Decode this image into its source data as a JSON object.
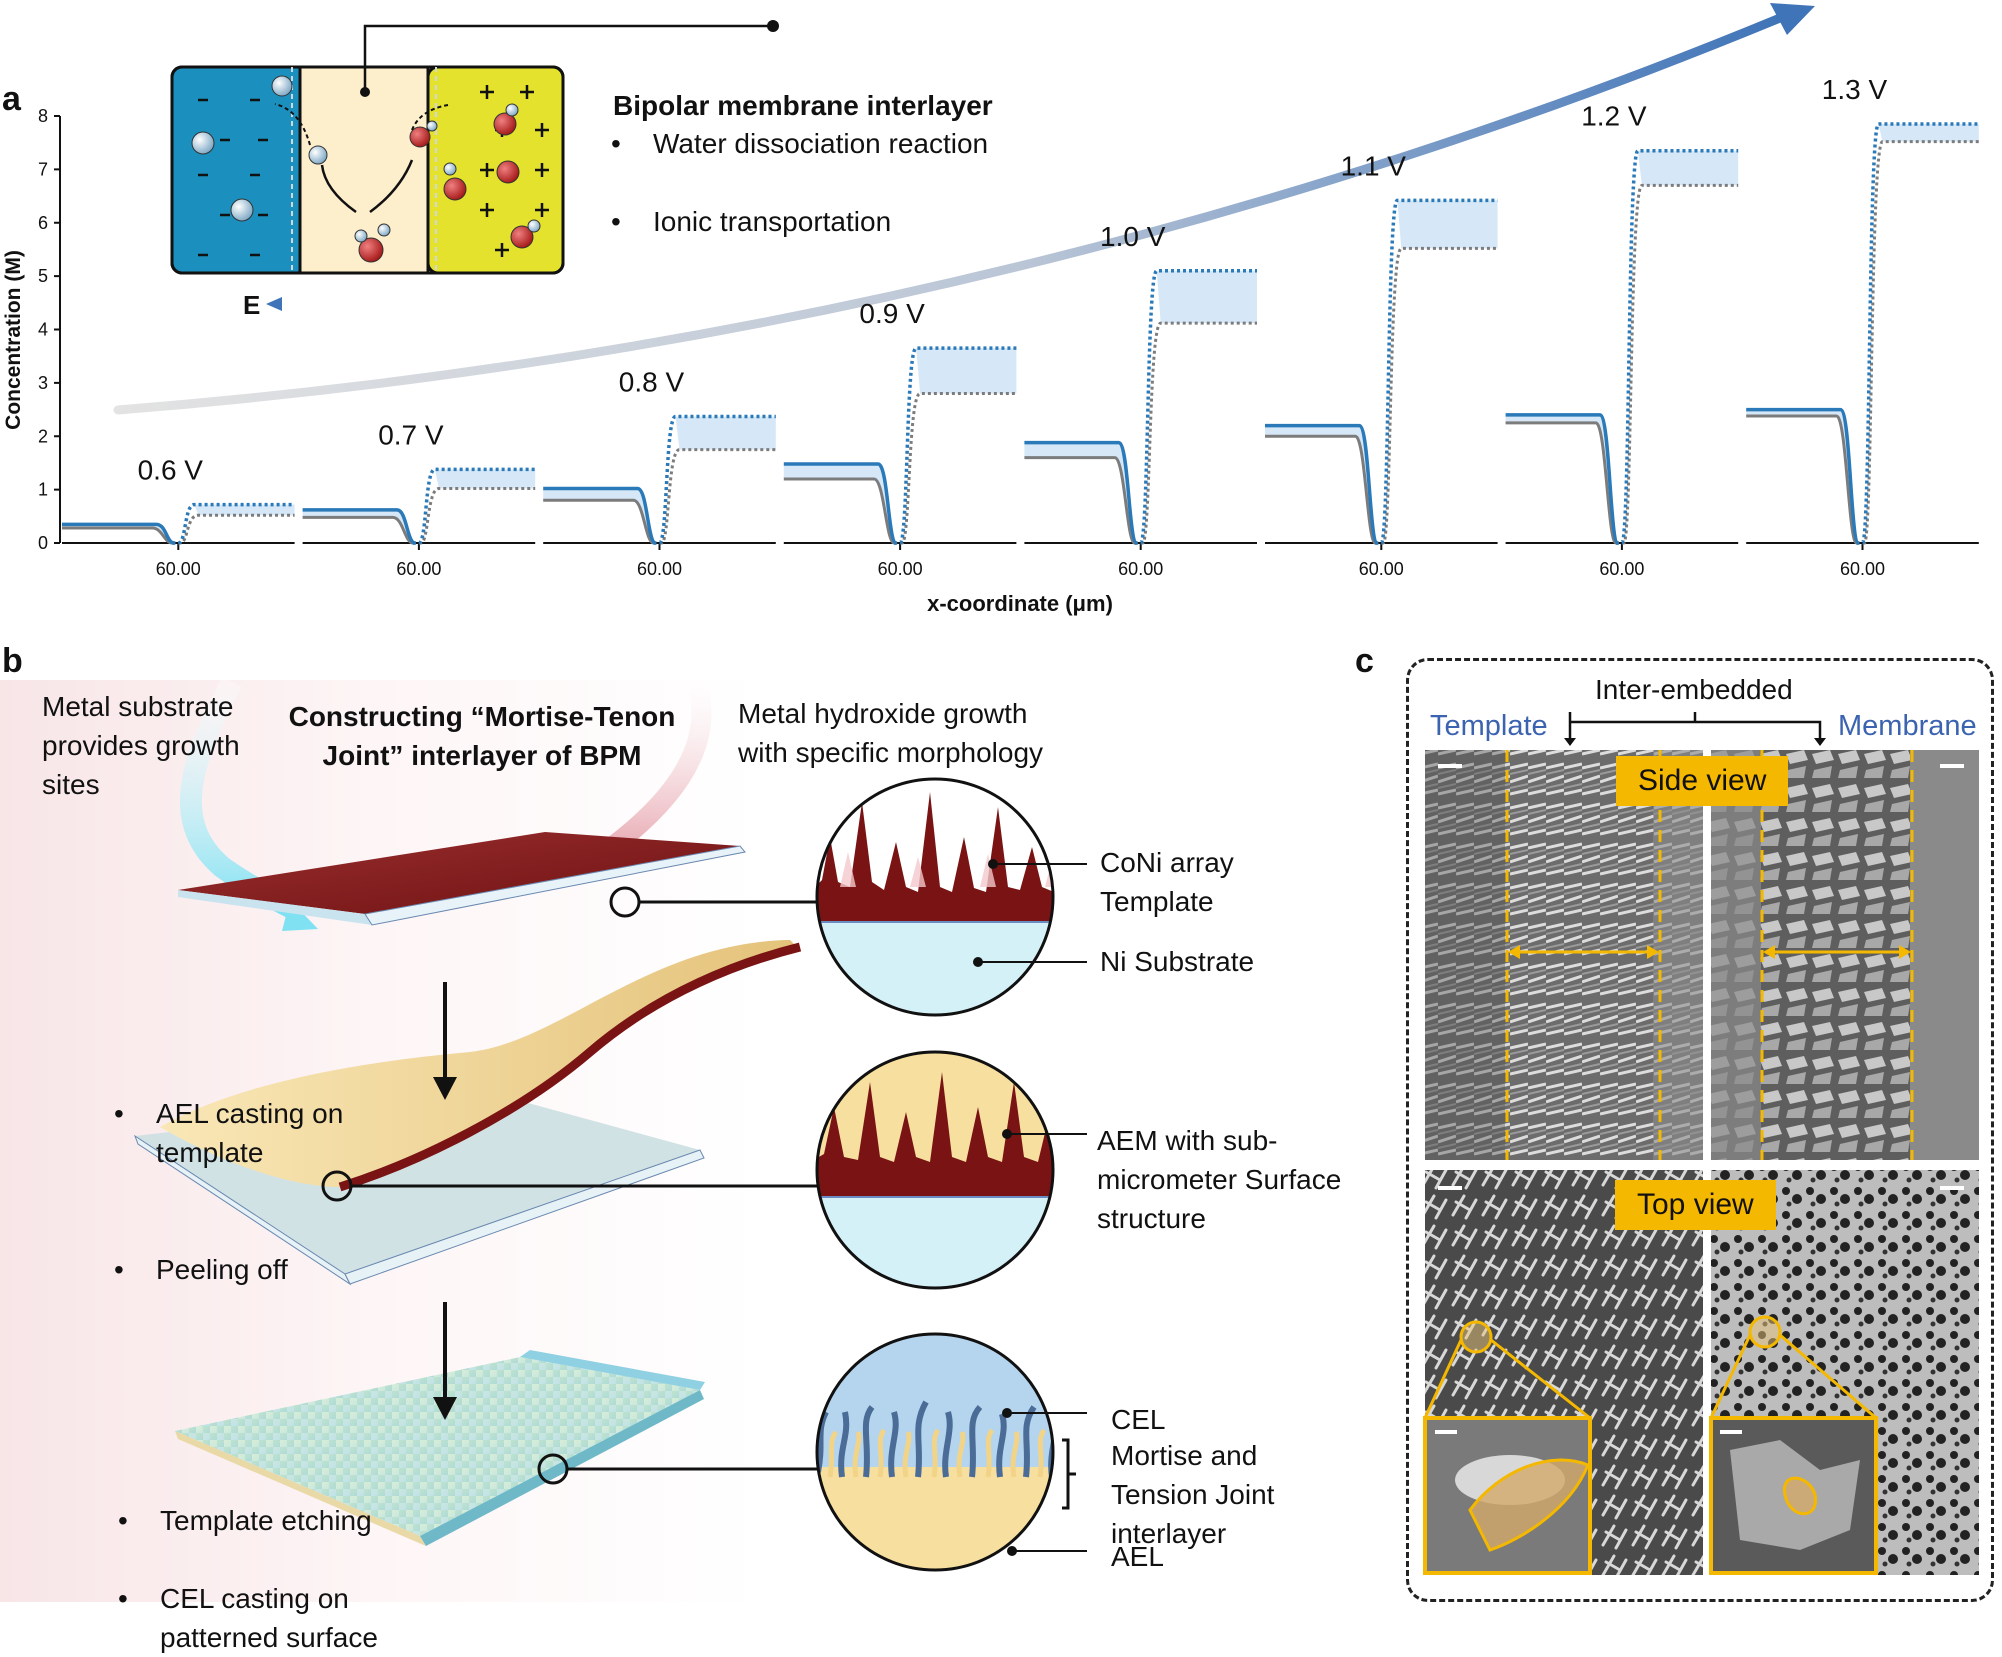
{
  "panel_a": {
    "letter": "a",
    "inset": {
      "title": "Bipolar membrane interlayer",
      "bullets": [
        "Water dissociation reaction",
        "Ionic transportation"
      ],
      "field_label": "E"
    },
    "colors": {
      "upper": "#2a79b8",
      "lower": "#7c7c7c",
      "fill": "#d6e8f8",
      "arrow": "#3f74b8",
      "cation_layer": "#1b8fbd",
      "anion_layer": "#e5e22d",
      "interlayer": "#fdeecc"
    }
  },
  "chart_data": {
    "type": "line",
    "title": "",
    "xlabel": "x-coordinate (μm)",
    "ylabel": "Concentration (M)",
    "ylim": [
      0,
      8
    ],
    "yticks": [
      "0",
      "1",
      "2",
      "3",
      "4",
      "5",
      "6",
      "7",
      "8"
    ],
    "x_tick_label": "60.00",
    "panels": [
      {
        "voltage": "0.6 V",
        "left_upper": 0.35,
        "left_lower": 0.28,
        "right_upper": 0.72,
        "right_lower": 0.52
      },
      {
        "voltage": "0.7 V",
        "left_upper": 0.62,
        "left_lower": 0.48,
        "right_upper": 1.38,
        "right_lower": 1.02
      },
      {
        "voltage": "0.8 V",
        "left_upper": 1.02,
        "left_lower": 0.8,
        "right_upper": 2.37,
        "right_lower": 1.75
      },
      {
        "voltage": "0.9 V",
        "left_upper": 1.48,
        "left_lower": 1.2,
        "right_upper": 3.65,
        "right_lower": 2.8
      },
      {
        "voltage": "1.0 V",
        "left_upper": 1.88,
        "left_lower": 1.6,
        "right_upper": 5.1,
        "right_lower": 4.12
      },
      {
        "voltage": "1.1 V",
        "left_upper": 2.2,
        "left_lower": 2.0,
        "right_upper": 6.42,
        "right_lower": 5.52
      },
      {
        "voltage": "1.2 V",
        "left_upper": 2.4,
        "left_lower": 2.25,
        "right_upper": 7.35,
        "right_lower": 6.7
      },
      {
        "voltage": "1.3 V",
        "left_upper": 2.5,
        "left_lower": 2.38,
        "right_upper": 7.85,
        "right_lower": 7.52
      }
    ]
  },
  "panel_b": {
    "letter": "b",
    "title": "Constructing “Mortise-Tenon Joint” interlayer of BPM",
    "left_note": "Metal substrate provides growth sites",
    "right_note": "Metal hydroxide growth with specific morphology",
    "step1_bullets": [
      "AEL casting on template",
      "Peeling off"
    ],
    "step2_bullets": [
      "Template etching",
      "CEL casting on patterned surface"
    ],
    "labels": {
      "coni": "CoNi array Template",
      "ni": "Ni Substrate",
      "aem": "AEM with sub-micrometer Surface structure",
      "cel": "CEL",
      "joint": "Mortise and Tension Joint interlayer",
      "ael": "AEL"
    },
    "colors": {
      "template": "#7a1414",
      "substrate": "#d5f1f8",
      "ael": "#f7dfa0",
      "cel": "#b5d4ee"
    }
  },
  "panel_c": {
    "letter": "c",
    "header": "Inter-embedded",
    "left_label": "Template",
    "right_label": "Membrane",
    "side_view": "Side view",
    "top_view": "Top view",
    "colors": {
      "highlight": "#f5b800"
    }
  }
}
